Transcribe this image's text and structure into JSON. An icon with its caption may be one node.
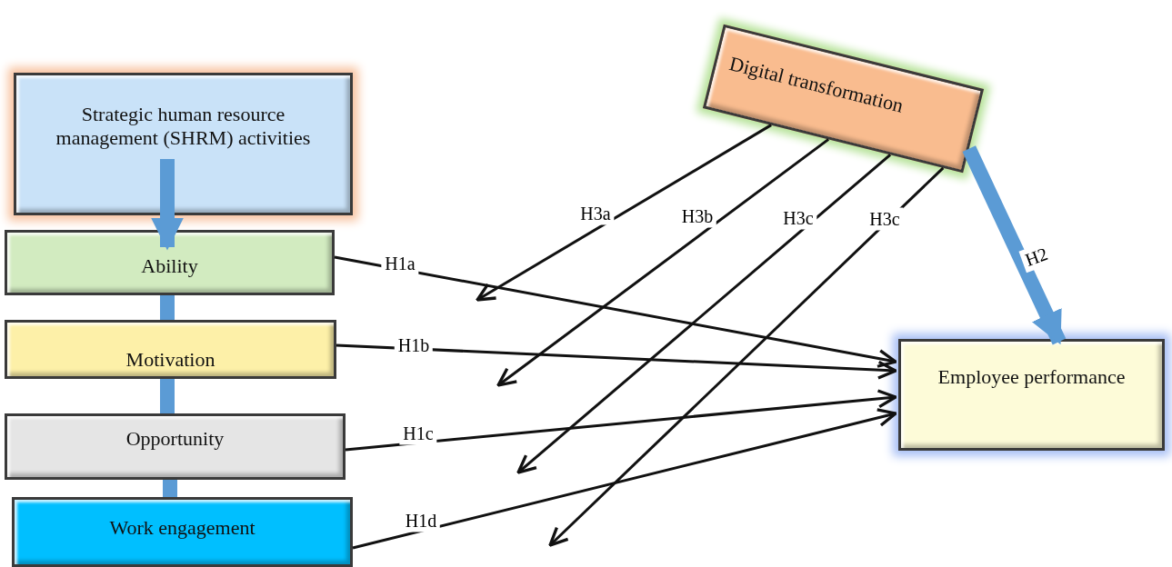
{
  "diagram": {
    "nodes": [
      {
        "text": [
          "Strategic human resource management (SHRM) activities"
        ]
      },
      {
        "text": [
          "Ability"
        ]
      },
      {
        "text": [
          "Motivation"
        ]
      },
      {
        "text": [
          "Opportunity"
        ]
      },
      {
        "text": [
          "Work engagement"
        ]
      },
      {
        "text": [
          "Digital transformation"
        ]
      },
      {
        "text": [
          "Employee performance"
        ]
      }
    ],
    "edges": [
      {
        "from": 0,
        "to": 1,
        "arrow": "to",
        "style": "thick",
        "color": "#5b9bd5"
      },
      {
        "from": 1,
        "to": 2,
        "arrow": "none",
        "style": "thick",
        "color": "#5b9bd5"
      },
      {
        "from": 2,
        "to": 3,
        "arrow": "none",
        "style": "thick",
        "color": "#5b9bd5"
      },
      {
        "from": 3,
        "to": 4,
        "arrow": "none",
        "style": "thick",
        "color": "#5b9bd5"
      },
      {
        "from": 1,
        "to": 6,
        "arrow": "to",
        "label": "H1a"
      },
      {
        "from": 2,
        "to": 6,
        "arrow": "to",
        "label": "H1b"
      },
      {
        "from": 3,
        "to": 6,
        "arrow": "to",
        "label": "H1c"
      },
      {
        "from": 4,
        "to": 6,
        "arrow": "to",
        "label": "H1d"
      },
      {
        "from": 5,
        "to": null,
        "arrow": "to",
        "label": "H3a"
      },
      {
        "from": 5,
        "to": null,
        "arrow": "to",
        "label": "H3b"
      },
      {
        "from": 5,
        "to": null,
        "arrow": "to",
        "label": "H3c"
      },
      {
        "from": 5,
        "to": null,
        "arrow": "to",
        "label": "H3c"
      },
      {
        "from": 5,
        "to": 6,
        "arrow": "to",
        "label": "H2",
        "style": "thick",
        "color": "#5b9bd5"
      }
    ]
  }
}
